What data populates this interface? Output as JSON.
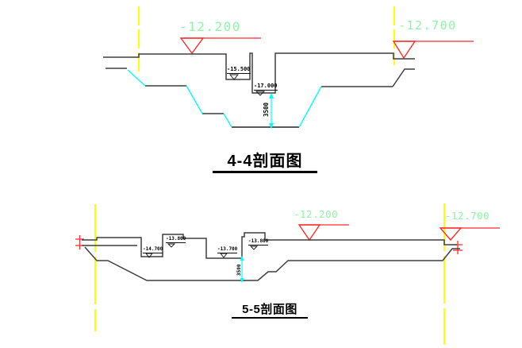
{
  "palette": {
    "background": "#ffffff",
    "profile_line": "#3f3f3f",
    "elevation_text_green": "#8ef5a6",
    "marker_red": "#ff2b2b",
    "axis_yellow": "#ffff00",
    "slope_cyan": "#00ffff",
    "label_black": "#000000"
  },
  "section_44": {
    "title": "4-4剖面图",
    "ground_elevation_left": "-12.200",
    "ground_elevation_right": "-12.700",
    "pit_elevation_1": "-15.500",
    "pit_elevation_2": "-17.000",
    "depth_dimension": "3500"
  },
  "section_55": {
    "title": "5-5剖面图",
    "ground_elevation_left": "-12.200",
    "ground_elevation_right": "-12.700",
    "pit_elevation_1": "-14.700",
    "pit_elevation_2": "-13.800",
    "pit_elevation_3": "-13.700",
    "pit_elevation_4": "-13.800",
    "depth_dimension": "3500"
  }
}
